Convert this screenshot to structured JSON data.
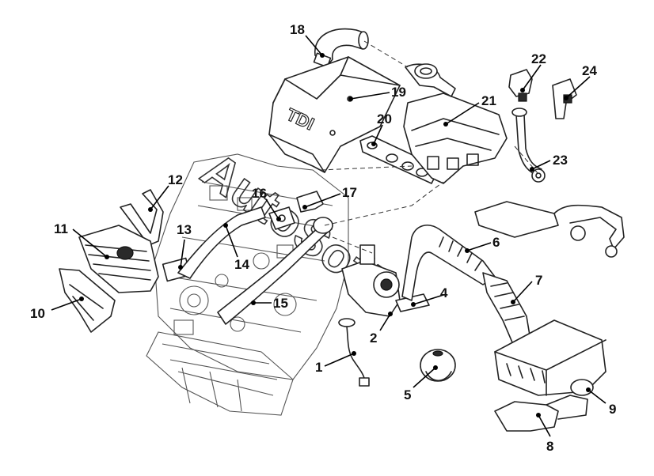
{
  "watermark": "AutoSoft",
  "engine_cover_label": "TDI",
  "callouts": [
    {
      "id": "1",
      "label": "1"
    },
    {
      "id": "2",
      "label": "2"
    },
    {
      "id": "4",
      "label": "4"
    },
    {
      "id": "5",
      "label": "5"
    },
    {
      "id": "6",
      "label": "6"
    },
    {
      "id": "7",
      "label": "7"
    },
    {
      "id": "8",
      "label": "8"
    },
    {
      "id": "9",
      "label": "9"
    },
    {
      "id": "10",
      "label": "10"
    },
    {
      "id": "11",
      "label": "11"
    },
    {
      "id": "12",
      "label": "12"
    },
    {
      "id": "13",
      "label": "13"
    },
    {
      "id": "14",
      "label": "14"
    },
    {
      "id": "15",
      "label": "15"
    },
    {
      "id": "16",
      "label": "16"
    },
    {
      "id": "17",
      "label": "17"
    },
    {
      "id": "18",
      "label": "18"
    },
    {
      "id": "19",
      "label": "19"
    },
    {
      "id": "20",
      "label": "20"
    },
    {
      "id": "21",
      "label": "21"
    },
    {
      "id": "22",
      "label": "22"
    },
    {
      "id": "23",
      "label": "23"
    },
    {
      "id": "24",
      "label": "24"
    }
  ]
}
